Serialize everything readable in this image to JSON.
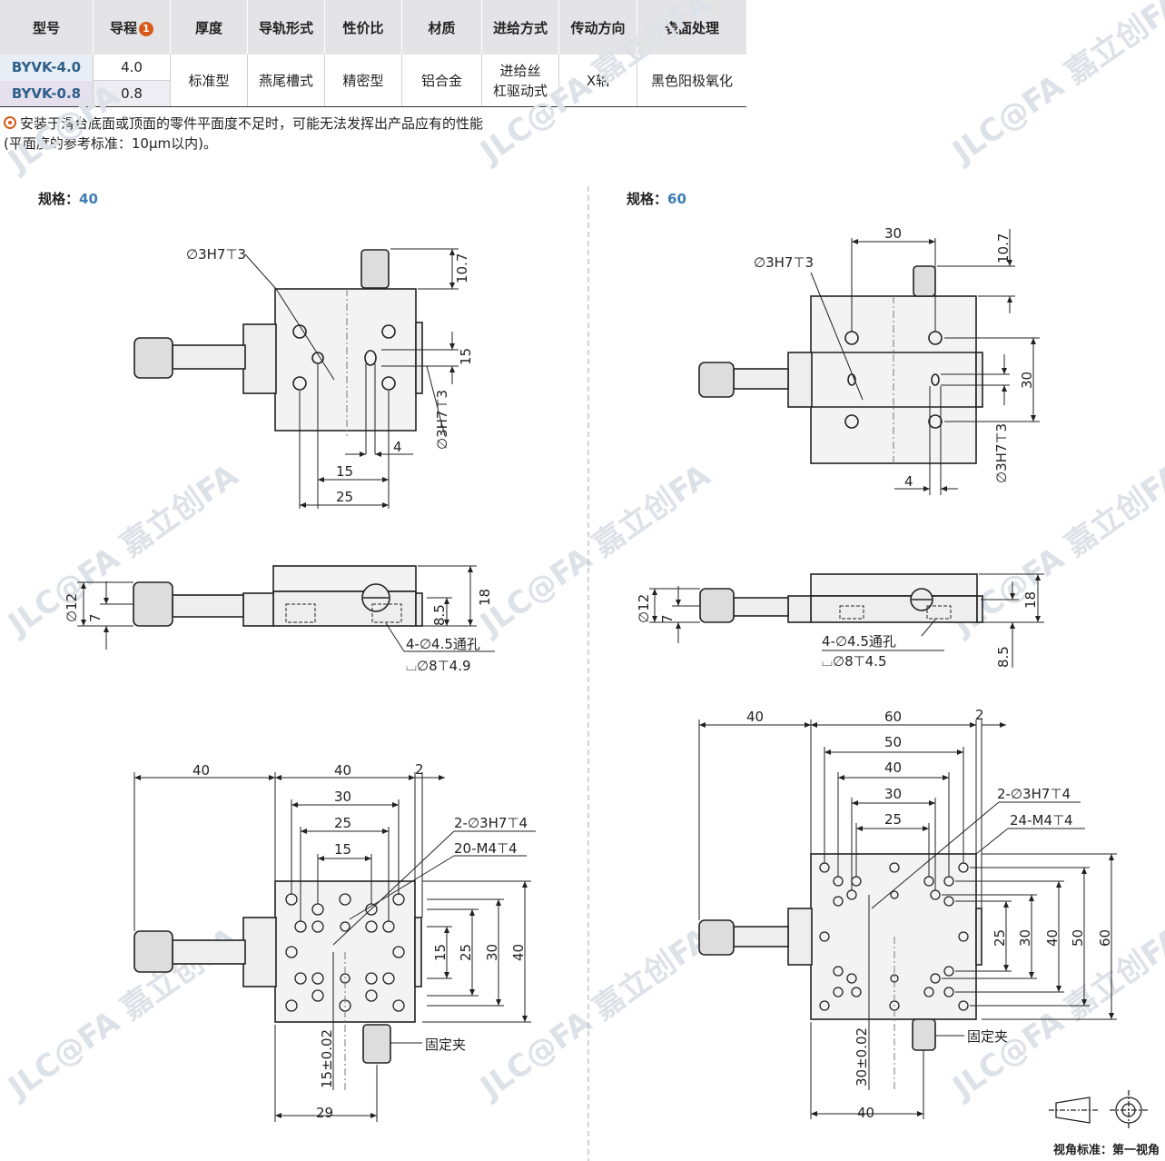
{
  "table": {
    "headers": [
      "型号",
      "导程",
      "厚度",
      "导轨形式",
      "性价比",
      "材质",
      "进给方式",
      "传动方向",
      "表面处理"
    ],
    "lead_badge": "1",
    "rows": [
      {
        "model": "BYVK-4.0",
        "lead": "4.0"
      },
      {
        "model": "BYVK-0.8",
        "lead": "0.8"
      }
    ],
    "thickness": "标准型",
    "rail": "燕尾槽式",
    "value": "精密型",
    "material": "铝合金",
    "feed_line1": "进给丝",
    "feed_line2": "杠驱动式",
    "direction": "X轴",
    "surface": "黑色阳极氧化"
  },
  "note": {
    "line1": "安装于滑台底面或顶面的零件平面度不足时，可能无法发挥出产品应有的性能",
    "line2": "(平面度的参考标准：10μm以内)。"
  },
  "spec40": {
    "label": "规格：",
    "value": "40"
  },
  "spec60": {
    "label": "规格：",
    "value": "60"
  },
  "dims40": {
    "pin_top": "∅3H7⊤3",
    "d10_7": "10.7",
    "d15v": "15",
    "pin_side": "∅3H7⊤3",
    "d4": "4",
    "d15": "15",
    "d25": "25",
    "d12": "∅12",
    "d7": "7",
    "d8_5": "8.5",
    "d18": "18",
    "hole_callout": "4-∅4.5通孔",
    "cbore": "⌴∅8⊤4.9",
    "b40a": "40",
    "b40b": "40",
    "b2": "2",
    "b30": "30",
    "b25": "25",
    "b15": "15",
    "pin2": "2-∅3H7⊤4",
    "m4": "20-M4⊤4",
    "v15": "15",
    "v25": "25",
    "v30": "30",
    "v40": "40",
    "tol": "15±0.02",
    "clamp": "固定夹",
    "d29": "29"
  },
  "dims60": {
    "d30": "30",
    "d10_7": "10.7",
    "pin_top": "∅3H7⊤3",
    "d30v": "30",
    "pin_side": "∅3H7⊤3",
    "d4": "4",
    "d12": "∅12",
    "d7": "7",
    "d18": "18",
    "d8_5": "8.5",
    "hole_callout": "4-∅4.5通孔",
    "cbore": "⌴∅8⊤4.5",
    "b40": "40",
    "b60": "60",
    "b2": "2",
    "b50": "50",
    "b40b": "40",
    "b30": "30",
    "b25": "25",
    "pin2": "2-∅3H7⊤4",
    "m4": "24-M4⊤4",
    "v25": "25",
    "v30": "30",
    "v40": "40",
    "v50": "50",
    "v60": "60",
    "tol": "30±0.02",
    "clamp": "固定夹",
    "d40": "40"
  },
  "footer": "视角标准：第一视角"
}
